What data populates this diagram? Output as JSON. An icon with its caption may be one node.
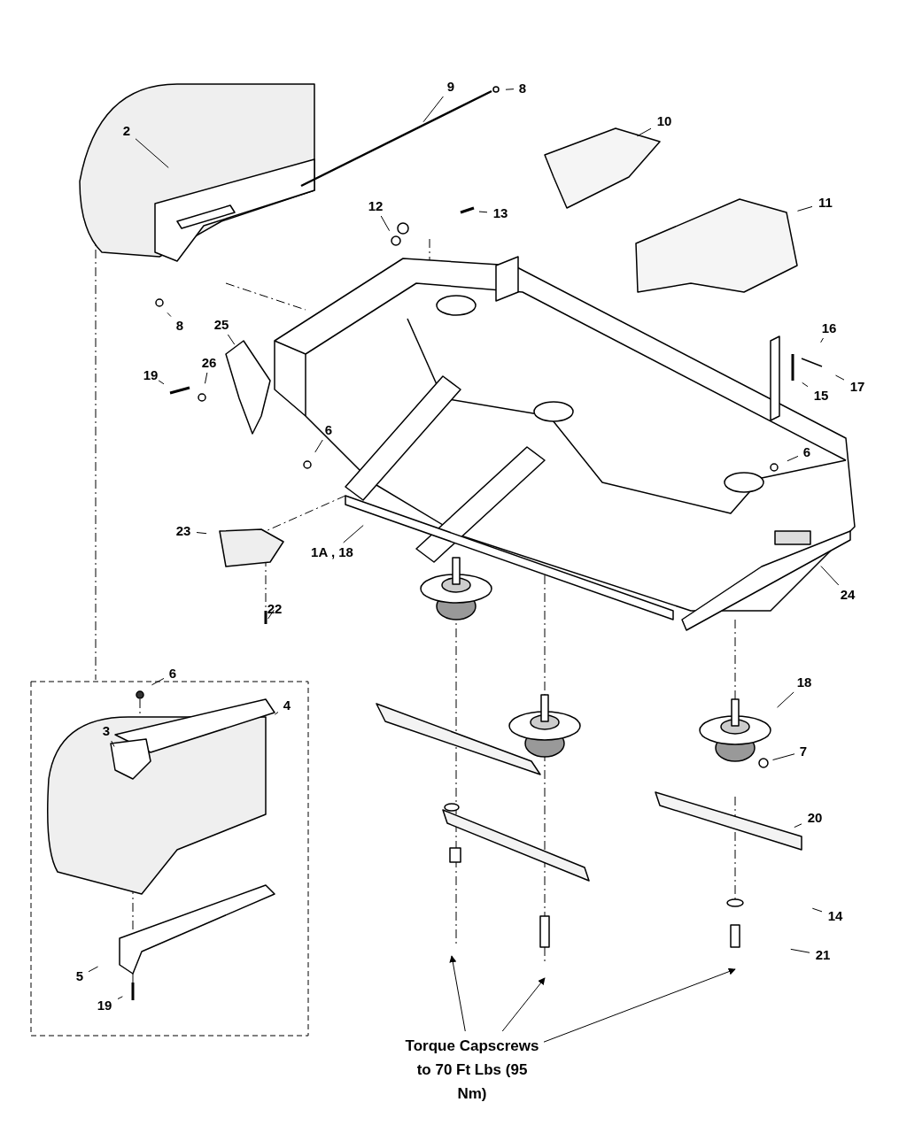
{
  "diagram": {
    "nodes": [
      {
        "text": [
          "9"
        ]
      },
      {
        "text": [
          "8"
        ]
      },
      {
        "text": [
          "2"
        ]
      },
      {
        "text": [
          "10"
        ]
      },
      {
        "text": [
          "11"
        ]
      },
      {
        "text": [
          "12"
        ]
      },
      {
        "text": [
          "13"
        ]
      },
      {
        "text": [
          "8"
        ]
      },
      {
        "text": [
          "25"
        ]
      },
      {
        "text": [
          "16"
        ]
      },
      {
        "text": [
          "19"
        ]
      },
      {
        "text": [
          "26"
        ]
      },
      {
        "text": [
          "17"
        ]
      },
      {
        "text": [
          "15"
        ]
      },
      {
        "text": [
          "6"
        ]
      },
      {
        "text": [
          "6"
        ]
      },
      {
        "text": [
          "23"
        ]
      },
      {
        "text": [
          "1A , 18"
        ]
      },
      {
        "text": [
          "24"
        ]
      },
      {
        "text": [
          "22"
        ]
      },
      {
        "text": [
          "6"
        ]
      },
      {
        "text": [
          "18"
        ]
      },
      {
        "text": [
          "4"
        ]
      },
      {
        "text": [
          "3"
        ]
      },
      {
        "text": [
          "7"
        ]
      },
      {
        "text": [
          "20"
        ]
      },
      {
        "text": [
          "14"
        ]
      },
      {
        "text": [
          "21"
        ]
      },
      {
        "text": [
          "5"
        ]
      },
      {
        "text": [
          "19"
        ]
      },
      {
        "text": [
          "Torque Capscrews to 70 Ft Lbs (95 Nm)"
        ]
      }
    ],
    "edges": [
      {
        "from": 0,
        "to": null,
        "arrow": "none"
      },
      {
        "from": 1,
        "to": null,
        "arrow": "none"
      },
      {
        "from": 2,
        "to": null,
        "arrow": "none"
      },
      {
        "from": 3,
        "to": null,
        "arrow": "none"
      },
      {
        "from": 4,
        "to": null,
        "arrow": "none"
      },
      {
        "from": 5,
        "to": null,
        "arrow": "none"
      },
      {
        "from": 6,
        "to": null,
        "arrow": "none"
      },
      {
        "from": 7,
        "to": null,
        "arrow": "none"
      },
      {
        "from": 8,
        "to": null,
        "arrow": "none"
      },
      {
        "from": 9,
        "to": null,
        "arrow": "none"
      },
      {
        "from": 10,
        "to": null,
        "arrow": "none"
      },
      {
        "from": 11,
        "to": null,
        "arrow": "none"
      },
      {
        "from": 12,
        "to": null,
        "arrow": "none"
      },
      {
        "from": 13,
        "to": null,
        "arrow": "none"
      },
      {
        "from": 14,
        "to": null,
        "arrow": "none"
      },
      {
        "from": 15,
        "to": null,
        "arrow": "none"
      },
      {
        "from": 16,
        "to": null,
        "arrow": "none"
      },
      {
        "from": 17,
        "to": null,
        "arrow": "none"
      },
      {
        "from": 18,
        "to": null,
        "arrow": "none"
      },
      {
        "from": 19,
        "to": null,
        "arrow": "none"
      },
      {
        "from": 20,
        "to": null,
        "arrow": "none"
      },
      {
        "from": 21,
        "to": null,
        "arrow": "none"
      },
      {
        "from": 22,
        "to": null,
        "arrow": "none"
      },
      {
        "from": 23,
        "to": null,
        "arrow": "none"
      },
      {
        "from": 24,
        "to": null,
        "arrow": "none"
      },
      {
        "from": 25,
        "to": null,
        "arrow": "none"
      },
      {
        "from": 26,
        "to": null,
        "arrow": "none"
      },
      {
        "from": 27,
        "to": null,
        "arrow": "none"
      },
      {
        "from": 28,
        "to": null,
        "arrow": "none"
      },
      {
        "from": 29,
        "to": null,
        "arrow": "none"
      },
      {
        "from": 30,
        "to": null,
        "arrow": "to"
      },
      {
        "from": 30,
        "to": null,
        "arrow": "to"
      },
      {
        "from": 30,
        "to": null,
        "arrow": "to"
      }
    ]
  }
}
